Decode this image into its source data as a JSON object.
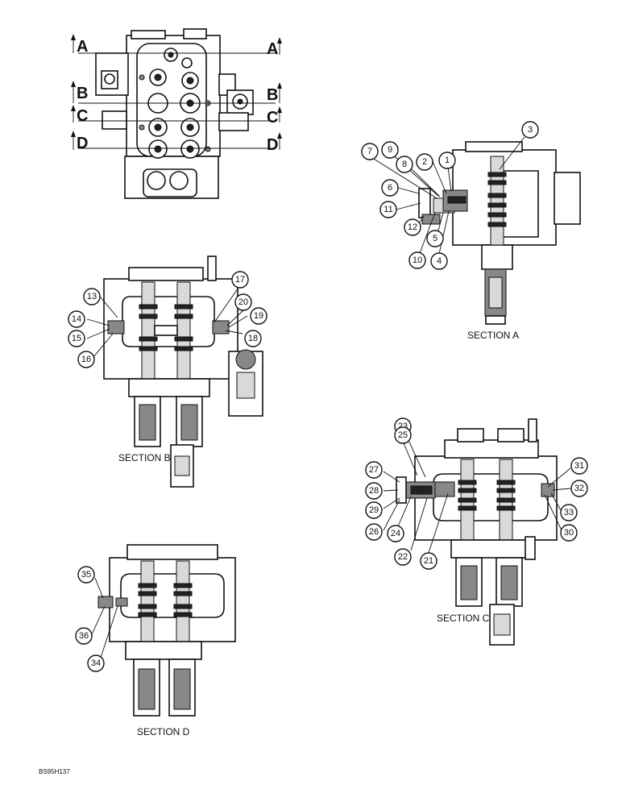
{
  "figure_code": "BS95H137",
  "section_marks": [
    "A",
    "B",
    "C",
    "D"
  ],
  "section_titles": {
    "a": "SECTION A",
    "b": "SECTION B",
    "c": "SECTION C",
    "d": "SECTION D"
  },
  "callouts": [
    "1",
    "2",
    "3",
    "4",
    "5",
    "6",
    "7",
    "8",
    "9",
    "10",
    "11",
    "12",
    "13",
    "14",
    "15",
    "16",
    "17",
    "18",
    "19",
    "20",
    "21",
    "22",
    "23",
    "24",
    "25",
    "26",
    "27",
    "28",
    "29",
    "30",
    "31",
    "32",
    "33",
    "34",
    "35",
    "36"
  ]
}
